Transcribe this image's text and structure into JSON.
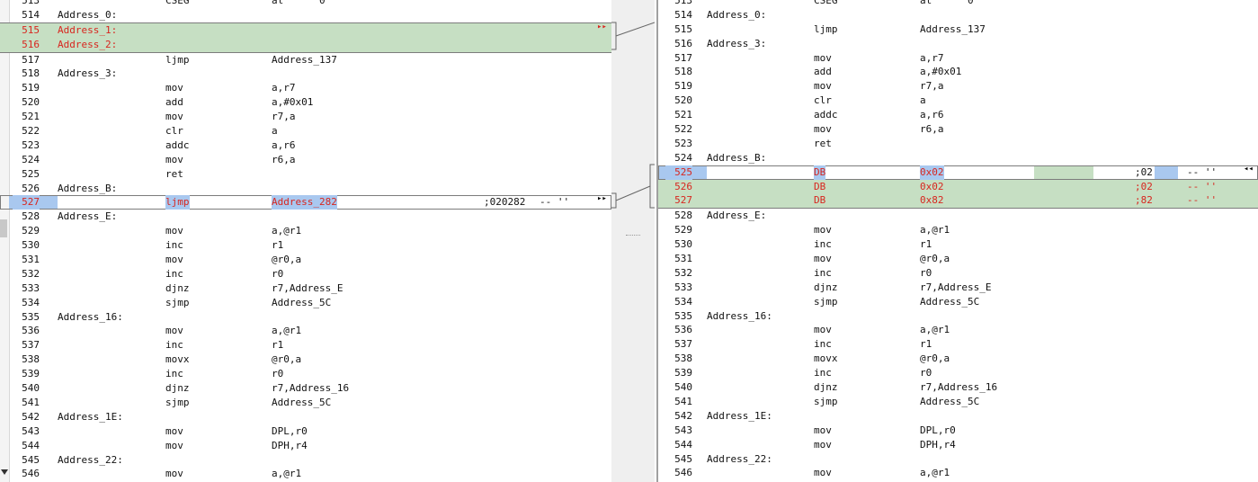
{
  "left": {
    "rows": [
      {
        "ln": "513",
        "lbl": "",
        "ins": "CSEG",
        "op": "at      0",
        "style": ""
      },
      {
        "ln": "514",
        "lbl": "Address_0:",
        "ins": "",
        "op": "",
        "style": ""
      },
      {
        "ln": "515",
        "lbl": "Address_1:",
        "ins": "",
        "op": "",
        "style": "diff-top"
      },
      {
        "ln": "516",
        "lbl": "Address_2:",
        "ins": "",
        "op": "",
        "style": "diff-bot"
      },
      {
        "ln": "517",
        "lbl": "",
        "ins": "ljmp",
        "op": "Address_137",
        "style": ""
      },
      {
        "ln": "518",
        "lbl": "Address_3:",
        "ins": "",
        "op": "",
        "style": ""
      },
      {
        "ln": "519",
        "lbl": "",
        "ins": "mov",
        "op": "a,r7",
        "style": ""
      },
      {
        "ln": "520",
        "lbl": "",
        "ins": "add",
        "op": "a,#0x01",
        "style": ""
      },
      {
        "ln": "521",
        "lbl": "",
        "ins": "mov",
        "op": "r7,a",
        "style": ""
      },
      {
        "ln": "522",
        "lbl": "",
        "ins": "clr",
        "op": "a",
        "style": ""
      },
      {
        "ln": "523",
        "lbl": "",
        "ins": "addc",
        "op": "a,r6",
        "style": ""
      },
      {
        "ln": "524",
        "lbl": "",
        "ins": "mov",
        "op": "r6,a",
        "style": ""
      },
      {
        "ln": "525",
        "lbl": "",
        "ins": "ret",
        "op": "",
        "style": ""
      },
      {
        "ln": "526",
        "lbl": "Address_B:",
        "ins": "",
        "op": "",
        "style": ""
      },
      {
        "ln": "527",
        "lbl": "",
        "ins": "ljmp",
        "op": "Address_282",
        "style": "changed",
        "c1": ";020282",
        "c2": "-- ''"
      },
      {
        "ln": "528",
        "lbl": "Address_E:",
        "ins": "",
        "op": "",
        "style": ""
      },
      {
        "ln": "529",
        "lbl": "",
        "ins": "mov",
        "op": "a,@r1",
        "style": ""
      },
      {
        "ln": "530",
        "lbl": "",
        "ins": "inc",
        "op": "r1",
        "style": ""
      },
      {
        "ln": "531",
        "lbl": "",
        "ins": "mov",
        "op": "@r0,a",
        "style": ""
      },
      {
        "ln": "532",
        "lbl": "",
        "ins": "inc",
        "op": "r0",
        "style": ""
      },
      {
        "ln": "533",
        "lbl": "",
        "ins": "djnz",
        "op": "r7,Address_E",
        "style": ""
      },
      {
        "ln": "534",
        "lbl": "",
        "ins": "sjmp",
        "op": "Address_5C",
        "style": ""
      },
      {
        "ln": "535",
        "lbl": "Address_16:",
        "ins": "",
        "op": "",
        "style": ""
      },
      {
        "ln": "536",
        "lbl": "",
        "ins": "mov",
        "op": "a,@r1",
        "style": ""
      },
      {
        "ln": "537",
        "lbl": "",
        "ins": "inc",
        "op": "r1",
        "style": ""
      },
      {
        "ln": "538",
        "lbl": "",
        "ins": "movx",
        "op": "@r0,a",
        "style": ""
      },
      {
        "ln": "539",
        "lbl": "",
        "ins": "inc",
        "op": "r0",
        "style": ""
      },
      {
        "ln": "540",
        "lbl": "",
        "ins": "djnz",
        "op": "r7,Address_16",
        "style": ""
      },
      {
        "ln": "541",
        "lbl": "",
        "ins": "sjmp",
        "op": "Address_5C",
        "style": ""
      },
      {
        "ln": "542",
        "lbl": "Address_1E:",
        "ins": "",
        "op": "",
        "style": ""
      },
      {
        "ln": "543",
        "lbl": "",
        "ins": "mov",
        "op": "DPL,r0",
        "style": ""
      },
      {
        "ln": "544",
        "lbl": "",
        "ins": "mov",
        "op": "DPH,r4",
        "style": ""
      },
      {
        "ln": "545",
        "lbl": "Address_22:",
        "ins": "",
        "op": "",
        "style": ""
      },
      {
        "ln": "546",
        "lbl": "",
        "ins": "mov",
        "op": "a,@r1",
        "style": ""
      }
    ]
  },
  "right": {
    "rows": [
      {
        "ln": "513",
        "lbl": "",
        "ins": "CSEG",
        "op": "at      0",
        "style": ""
      },
      {
        "ln": "514",
        "lbl": "Address_0:",
        "ins": "",
        "op": "",
        "style": ""
      },
      {
        "ln": "515",
        "lbl": "",
        "ins": "ljmp",
        "op": "Address_137",
        "style": ""
      },
      {
        "ln": "516",
        "lbl": "Address_3:",
        "ins": "",
        "op": "",
        "style": ""
      },
      {
        "ln": "517",
        "lbl": "",
        "ins": "mov",
        "op": "a,r7",
        "style": ""
      },
      {
        "ln": "518",
        "lbl": "",
        "ins": "add",
        "op": "a,#0x01",
        "style": ""
      },
      {
        "ln": "519",
        "lbl": "",
        "ins": "mov",
        "op": "r7,a",
        "style": ""
      },
      {
        "ln": "520",
        "lbl": "",
        "ins": "clr",
        "op": "a",
        "style": ""
      },
      {
        "ln": "521",
        "lbl": "",
        "ins": "addc",
        "op": "a,r6",
        "style": ""
      },
      {
        "ln": "522",
        "lbl": "",
        "ins": "mov",
        "op": "r6,a",
        "style": ""
      },
      {
        "ln": "523",
        "lbl": "",
        "ins": "ret",
        "op": "",
        "style": ""
      },
      {
        "ln": "524",
        "lbl": "Address_B:",
        "ins": "",
        "op": "",
        "style": ""
      },
      {
        "ln": "525",
        "lbl": "",
        "ins": "DB",
        "op": "0x02",
        "style": "changed",
        "c1": ";02",
        "c2": "-- ''"
      },
      {
        "ln": "526",
        "lbl": "",
        "ins": "DB",
        "op": "0x02",
        "style": "diff",
        "c1": ";02",
        "c2": "-- ''"
      },
      {
        "ln": "527",
        "lbl": "",
        "ins": "DB",
        "op": "0x82",
        "style": "diff-bot",
        "c1": ";82",
        "c2": "-- ''"
      },
      {
        "ln": "528",
        "lbl": "Address_E:",
        "ins": "",
        "op": "",
        "style": ""
      },
      {
        "ln": "529",
        "lbl": "",
        "ins": "mov",
        "op": "a,@r1",
        "style": ""
      },
      {
        "ln": "530",
        "lbl": "",
        "ins": "inc",
        "op": "r1",
        "style": ""
      },
      {
        "ln": "531",
        "lbl": "",
        "ins": "mov",
        "op": "@r0,a",
        "style": ""
      },
      {
        "ln": "532",
        "lbl": "",
        "ins": "inc",
        "op": "r0",
        "style": ""
      },
      {
        "ln": "533",
        "lbl": "",
        "ins": "djnz",
        "op": "r7,Address_E",
        "style": ""
      },
      {
        "ln": "534",
        "lbl": "",
        "ins": "sjmp",
        "op": "Address_5C",
        "style": ""
      },
      {
        "ln": "535",
        "lbl": "Address_16:",
        "ins": "",
        "op": "",
        "style": ""
      },
      {
        "ln": "536",
        "lbl": "",
        "ins": "mov",
        "op": "a,@r1",
        "style": ""
      },
      {
        "ln": "537",
        "lbl": "",
        "ins": "inc",
        "op": "r1",
        "style": ""
      },
      {
        "ln": "538",
        "lbl": "",
        "ins": "movx",
        "op": "@r0,a",
        "style": ""
      },
      {
        "ln": "539",
        "lbl": "",
        "ins": "inc",
        "op": "r0",
        "style": ""
      },
      {
        "ln": "540",
        "lbl": "",
        "ins": "djnz",
        "op": "r7,Address_16",
        "style": ""
      },
      {
        "ln": "541",
        "lbl": "",
        "ins": "sjmp",
        "op": "Address_5C",
        "style": ""
      },
      {
        "ln": "542",
        "lbl": "Address_1E:",
        "ins": "",
        "op": "",
        "style": ""
      },
      {
        "ln": "543",
        "lbl": "",
        "ins": "mov",
        "op": "DPL,r0",
        "style": ""
      },
      {
        "ln": "544",
        "lbl": "",
        "ins": "mov",
        "op": "DPH,r4",
        "style": ""
      },
      {
        "ln": "545",
        "lbl": "Address_22:",
        "ins": "",
        "op": "",
        "style": ""
      },
      {
        "ln": "546",
        "lbl": "",
        "ins": "mov",
        "op": "a,@r1",
        "style": ""
      }
    ]
  },
  "colors": {
    "diff_bg": "#c6dfc3",
    "diff_text": "#d8261f",
    "select_bg": "#a9c8ef"
  },
  "icons": {
    "next_diff": "double-right-arrow-icon",
    "prev_diff": "double-left-arrow-icon",
    "scroll_down": "scroll-down-arrow-icon"
  }
}
